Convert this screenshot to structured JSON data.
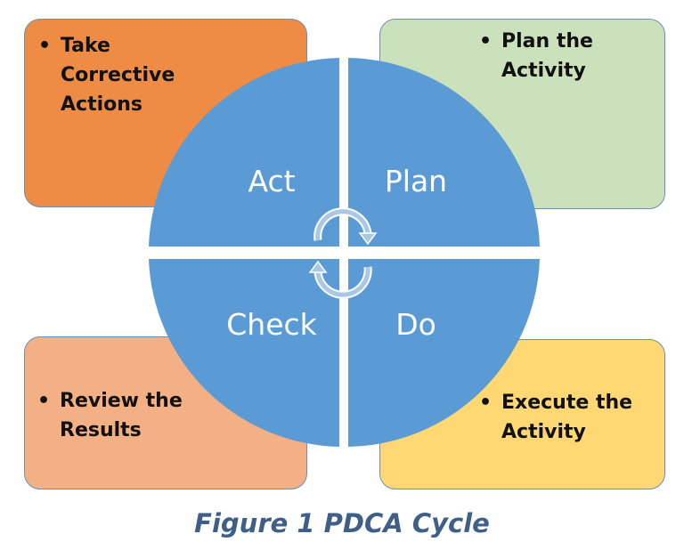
{
  "quadrants": {
    "act": {
      "label": "Act",
      "bullet": "Take Corrective Actions",
      "color": "#ee8b45"
    },
    "plan": {
      "label": "Plan",
      "bullet": "Plan the Activity",
      "color": "#cbe1bb"
    },
    "check": {
      "label": "Check",
      "bullet": "Review the Results",
      "color": "#f2b084"
    },
    "do": {
      "label": "Do",
      "bullet": "Execute the Activity",
      "color": "#ffd874"
    }
  },
  "circle_color": "#5b9bd5",
  "caption": "Figure 1 PDCA Cycle",
  "caption_color": "#3f5f86",
  "bullet_symbol": "•"
}
